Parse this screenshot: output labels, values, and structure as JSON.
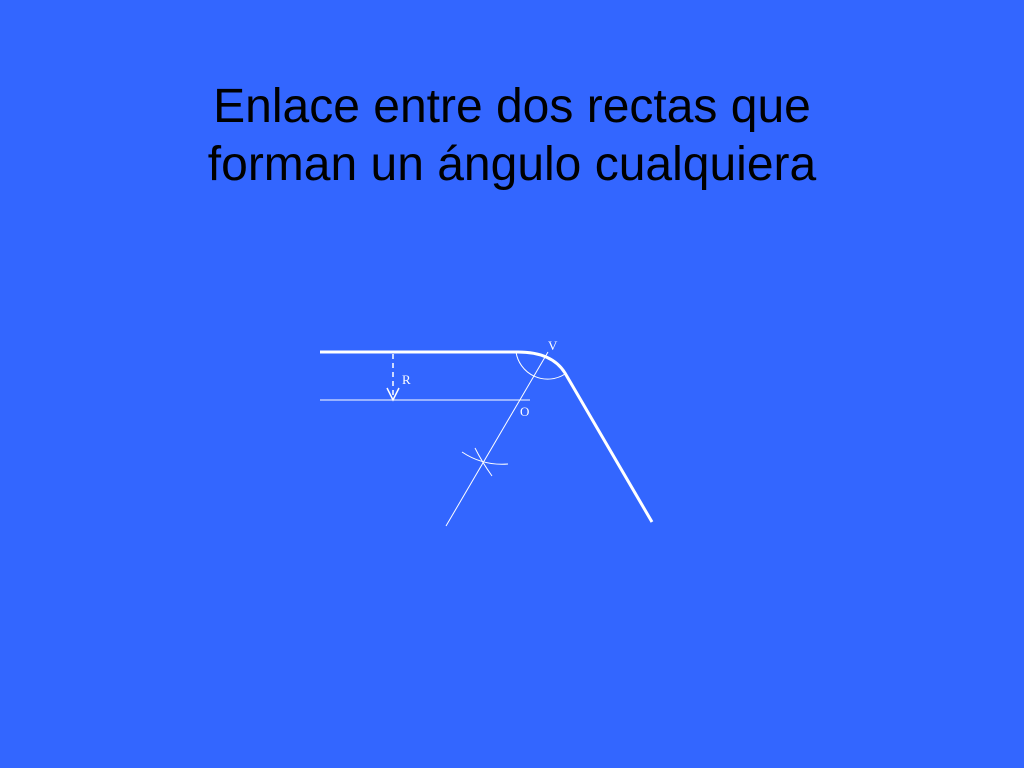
{
  "slide": {
    "title_line1": "Enlace entre dos rectas que",
    "title_line2": "forman un ángulo cualquiera",
    "background_color": "#3366ff",
    "text_color": "#000000"
  },
  "diagram": {
    "label_vertex": "V",
    "label_radius": "R",
    "label_center": "O",
    "line_color": "#ffffff"
  }
}
